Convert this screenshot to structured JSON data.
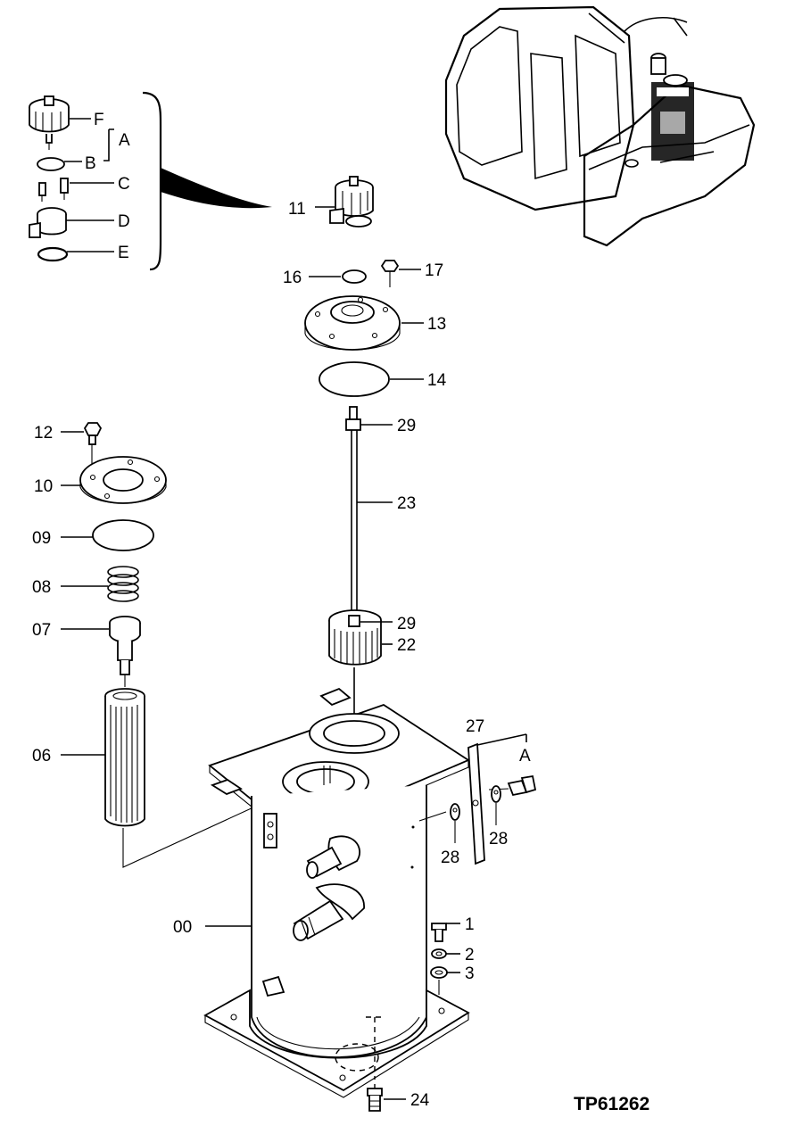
{
  "labels": {
    "F": "F",
    "A": "A",
    "B": "B",
    "C": "C",
    "D": "D",
    "E": "E",
    "p11": "11",
    "p16": "16",
    "p17": "17",
    "p13": "13",
    "p14": "14",
    "p12": "12",
    "p10": "10",
    "p09": "09",
    "p08": "08",
    "p07": "07",
    "p06": "06",
    "p29a": "29",
    "p23": "23",
    "p29b": "29",
    "p22": "22",
    "p27": "27",
    "pA2": "A",
    "p28a": "28",
    "p28b": "28",
    "p00": "00",
    "p1": "1",
    "p2": "2",
    "p3": "3",
    "p24": "24"
  },
  "drawing_code": "TP61262"
}
